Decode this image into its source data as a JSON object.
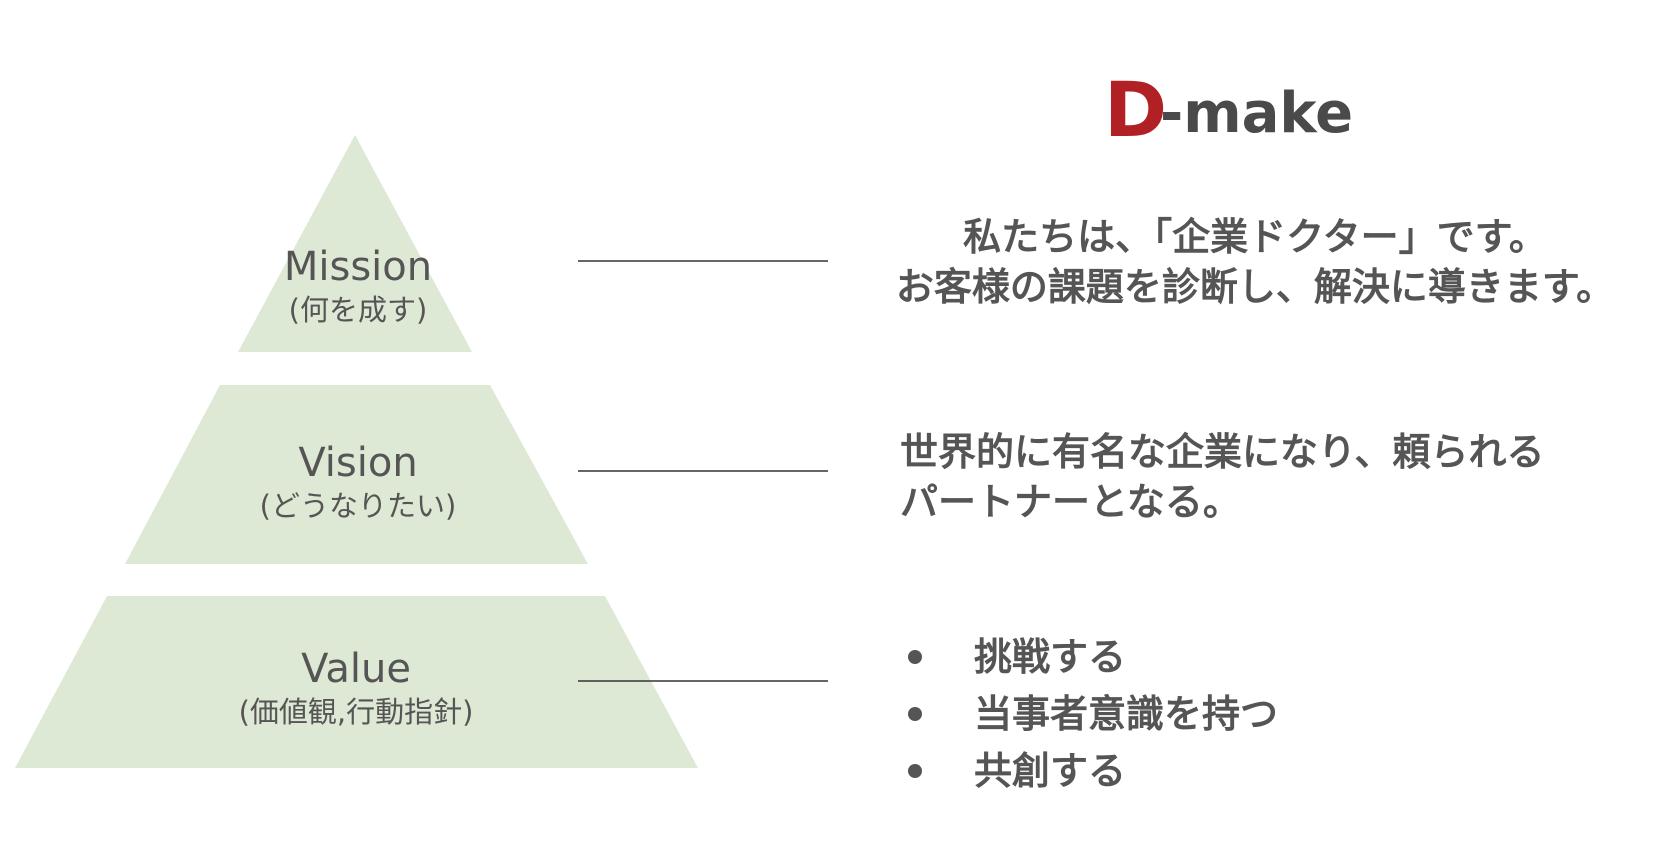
{
  "logo": {
    "mark": "D",
    "text": "-make",
    "mark_color": "#b02025",
    "text_color": "#4a4a4a"
  },
  "pyramid": {
    "fill_color": "#dde8d5",
    "tiers": [
      {
        "title": "Mission",
        "subtitle": "(何を成す)",
        "description_lines": [
          "私たちは、「企業ドクター」です。",
          "お客様の課題を診断し、解決に導きます。"
        ]
      },
      {
        "title": "Vision",
        "subtitle": "(どうなりたい)",
        "description_lines": [
          "世界的に有名な企業になり、頼られる",
          "パートナーとなる。"
        ]
      },
      {
        "title": "Value",
        "subtitle": "(価値観,行動指針)",
        "description_items": [
          "挑戦する",
          "当事者意識を持つ",
          "共創する"
        ]
      }
    ]
  }
}
